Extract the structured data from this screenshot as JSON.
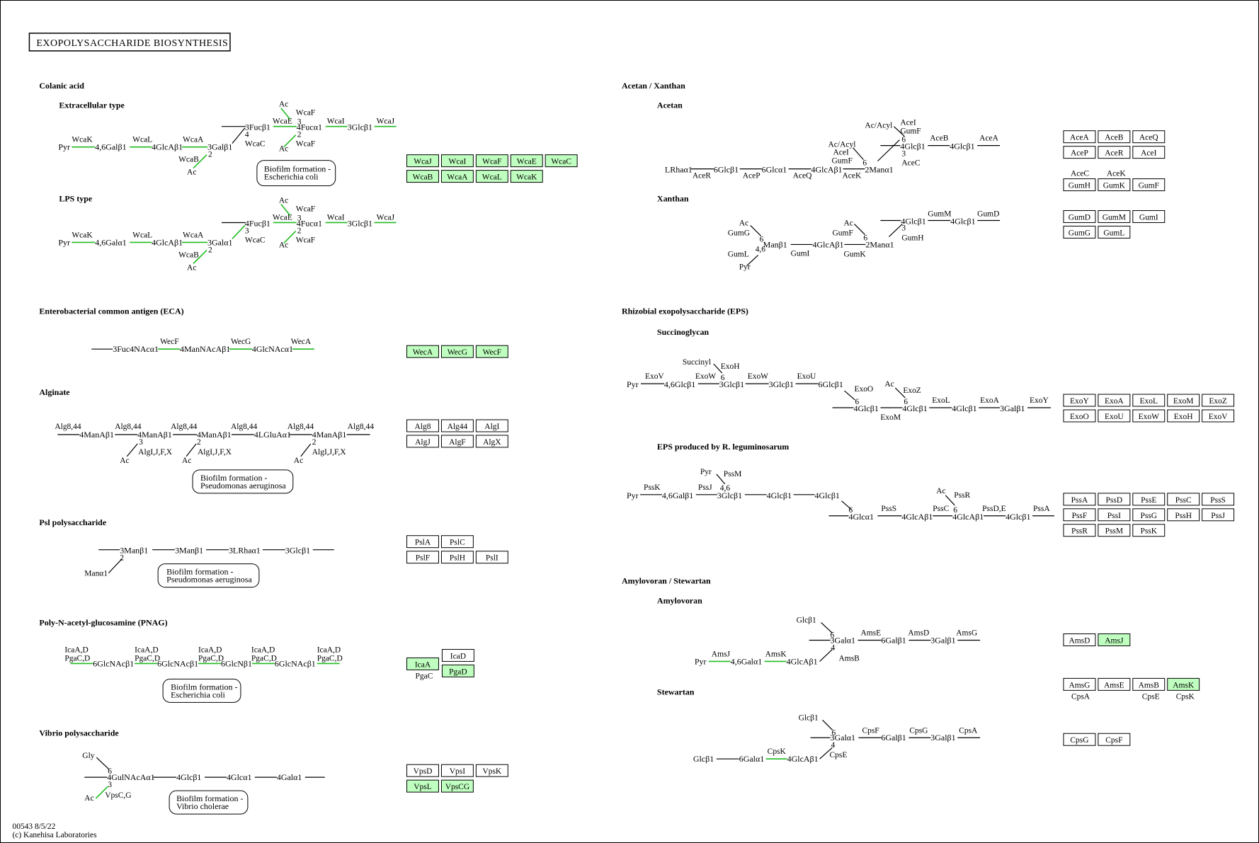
{
  "title": "EXOPOLYSACCHARIDE BIOSYNTHESIS",
  "footer": {
    "map_id": "00543 8/5/22",
    "copyright": "(c) Kanehisa Laboratories"
  },
  "colors": {
    "highlight": "#bfffbf",
    "edge_highlight": "#22bb22"
  },
  "sections": {
    "colanic": "Colanic acid",
    "extracellular": "Extracellular type",
    "lps": "LPS type",
    "eca": "Enterobacterial common antigen (ECA)",
    "alginate": "Alginate",
    "psl": "Psl  polysaccharide",
    "pnag": "Poly-N-acetyl-glucosamine (PNAG)",
    "vibrio": "Vibrio polysaccharide",
    "acetan_xanthan": "Acetan / Xanthan",
    "acetan": "Acetan",
    "xanthan": "Xanthan",
    "rhizobial": "Rhizobial exopolysaccharide (EPS)",
    "succinoglycan": "Succinoglycan",
    "eps_leg": "EPS produced by R. leguminosarum",
    "amylovoran_stewartan": "Amylovoran / Stewartan",
    "amylovoran": "Amylovoran",
    "stewartan": "Stewartan"
  },
  "bio_boxes": {
    "ext": [
      "Biofilm formation -",
      "Escherichia coli"
    ],
    "alg": [
      "Biofilm formation -",
      "Pseudomonas aeruginosa"
    ],
    "psl": [
      "Biofilm formation -",
      "Pseudomonas aeruginosa"
    ],
    "pnag": [
      "Biofilm formation -",
      "Escherichia coli"
    ],
    "vib": [
      "Biofilm formation -",
      "Vibrio cholerae"
    ]
  },
  "genes": {
    "colanic_r1": [
      {
        "l": "WcaJ",
        "h": true
      },
      {
        "l": "WcaI",
        "h": true
      },
      {
        "l": "WcaF",
        "h": true
      },
      {
        "l": "WcaE",
        "h": true
      },
      {
        "l": "WcaC",
        "h": true
      }
    ],
    "colanic_r2": [
      {
        "l": "WcaB",
        "h": true
      },
      {
        "l": "WcaA",
        "h": true
      },
      {
        "l": "WcaL",
        "h": true
      },
      {
        "l": "WcaK",
        "h": true
      }
    ],
    "eca": [
      {
        "l": "WecA",
        "h": true
      },
      {
        "l": "WecG",
        "h": true
      },
      {
        "l": "WecF",
        "h": true
      }
    ],
    "alg_r1": [
      {
        "l": "Alg8",
        "h": false
      },
      {
        "l": "Alg44",
        "h": false
      },
      {
        "l": "AlgI",
        "h": false
      }
    ],
    "alg_r2": [
      {
        "l": "AlgJ",
        "h": false
      },
      {
        "l": "AlgF",
        "h": false
      },
      {
        "l": "AlgX",
        "h": false
      }
    ],
    "psl_r1": [
      {
        "l": "PslA",
        "h": false
      },
      {
        "l": "PslC",
        "h": false
      }
    ],
    "psl_r2": [
      {
        "l": "PslF",
        "h": false
      },
      {
        "l": "PslH",
        "h": false
      },
      {
        "l": "PslI",
        "h": false
      }
    ],
    "pnag_a": [
      {
        "l": "IcaA",
        "h": true
      }
    ],
    "pnag_b": [
      {
        "l": "IcaD",
        "h": false
      },
      {
        "l": "PgaD",
        "h": true
      }
    ],
    "pnag_caption": "PgaC",
    "vib_r1": [
      {
        "l": "VpsD",
        "h": false
      },
      {
        "l": "VpsI",
        "h": false
      },
      {
        "l": "VpsK",
        "h": false
      }
    ],
    "vib_r2": [
      {
        "l": "VpsL",
        "h": true
      },
      {
        "l": "VpsCG",
        "h": true
      }
    ],
    "acetan_r1": [
      {
        "l": "AceA",
        "h": false
      },
      {
        "l": "AceB",
        "h": false
      },
      {
        "l": "AceQ",
        "h": false
      }
    ],
    "acetan_r2": [
      {
        "l": "AceP",
        "h": false
      },
      {
        "l": "AceR",
        "h": false
      },
      {
        "l": "AceI",
        "h": false
      }
    ],
    "acetan_cap": [
      "AceC",
      "AceK"
    ],
    "acetan_r3": [
      {
        "l": "GumH",
        "h": false
      },
      {
        "l": "GumK",
        "h": false
      },
      {
        "l": "GumF",
        "h": false
      }
    ],
    "xan_r1": [
      {
        "l": "GumD",
        "h": false
      },
      {
        "l": "GumM",
        "h": false
      },
      {
        "l": "GumI",
        "h": false
      }
    ],
    "xan_r2": [
      {
        "l": "GumG",
        "h": false
      },
      {
        "l": "GumL",
        "h": false
      }
    ],
    "suc_r1": [
      {
        "l": "ExoY",
        "h": false
      },
      {
        "l": "ExoA",
        "h": false
      },
      {
        "l": "ExoL",
        "h": false
      },
      {
        "l": "ExoM",
        "h": false
      },
      {
        "l": "ExoZ",
        "h": false
      }
    ],
    "suc_r2": [
      {
        "l": "ExoO",
        "h": false
      },
      {
        "l": "ExoU",
        "h": false
      },
      {
        "l": "ExoW",
        "h": false
      },
      {
        "l": "ExoH",
        "h": false
      },
      {
        "l": "ExoV",
        "h": false
      }
    ],
    "pss_r1": [
      {
        "l": "PssA",
        "h": false
      },
      {
        "l": "PssD",
        "h": false
      },
      {
        "l": "PssE",
        "h": false
      },
      {
        "l": "PssC",
        "h": false
      },
      {
        "l": "PssS",
        "h": false
      }
    ],
    "pss_r2": [
      {
        "l": "PssF",
        "h": false
      },
      {
        "l": "PssI",
        "h": false
      },
      {
        "l": "PssG",
        "h": false
      },
      {
        "l": "PssH",
        "h": false
      },
      {
        "l": "PssJ",
        "h": false
      }
    ],
    "pss_r3": [
      {
        "l": "PssR",
        "h": false
      },
      {
        "l": "PssM",
        "h": false
      },
      {
        "l": "PssK",
        "h": false
      }
    ],
    "amy_r1": [
      {
        "l": "AmsD",
        "h": false
      },
      {
        "l": "AmsJ",
        "h": true
      }
    ],
    "ste_r1": [
      {
        "l": "AmsG",
        "h": false
      },
      {
        "l": "AmsE",
        "h": false
      },
      {
        "l": "AmsB",
        "h": false
      },
      {
        "l": "AmsK",
        "h": true
      }
    ],
    "ste_cap": [
      "CpsA",
      "CpsE",
      "CpsK"
    ],
    "ste_r2": [
      {
        "l": "CpsG",
        "h": false
      },
      {
        "l": "CpsF",
        "h": false
      }
    ]
  }
}
